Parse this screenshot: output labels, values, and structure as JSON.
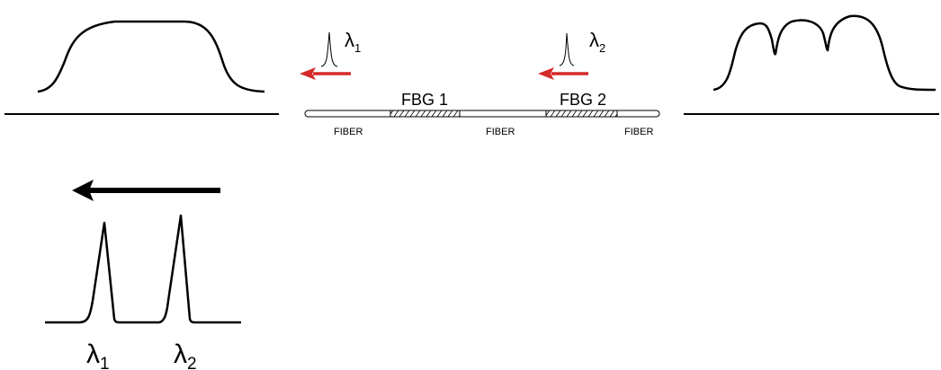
{
  "fbg_labels": {
    "grating1": "FBG 1",
    "grating2": "FBG 2"
  },
  "fiber_labels": {
    "segment1": "FIBER",
    "segment2": "FIBER",
    "segment3": "FIBER"
  },
  "reflected_peaks": {
    "peak1": {
      "symbol": "λ",
      "subscript": "1"
    },
    "peak2": {
      "symbol": "λ",
      "subscript": "2"
    }
  },
  "reflected_spectrum_labels": {
    "peak1": {
      "symbol": "λ",
      "subscript": "1"
    },
    "peak2": {
      "symbol": "λ",
      "subscript": "2"
    }
  },
  "colors": {
    "reflection_arrow": "#d42a2a",
    "line": "#000000"
  }
}
